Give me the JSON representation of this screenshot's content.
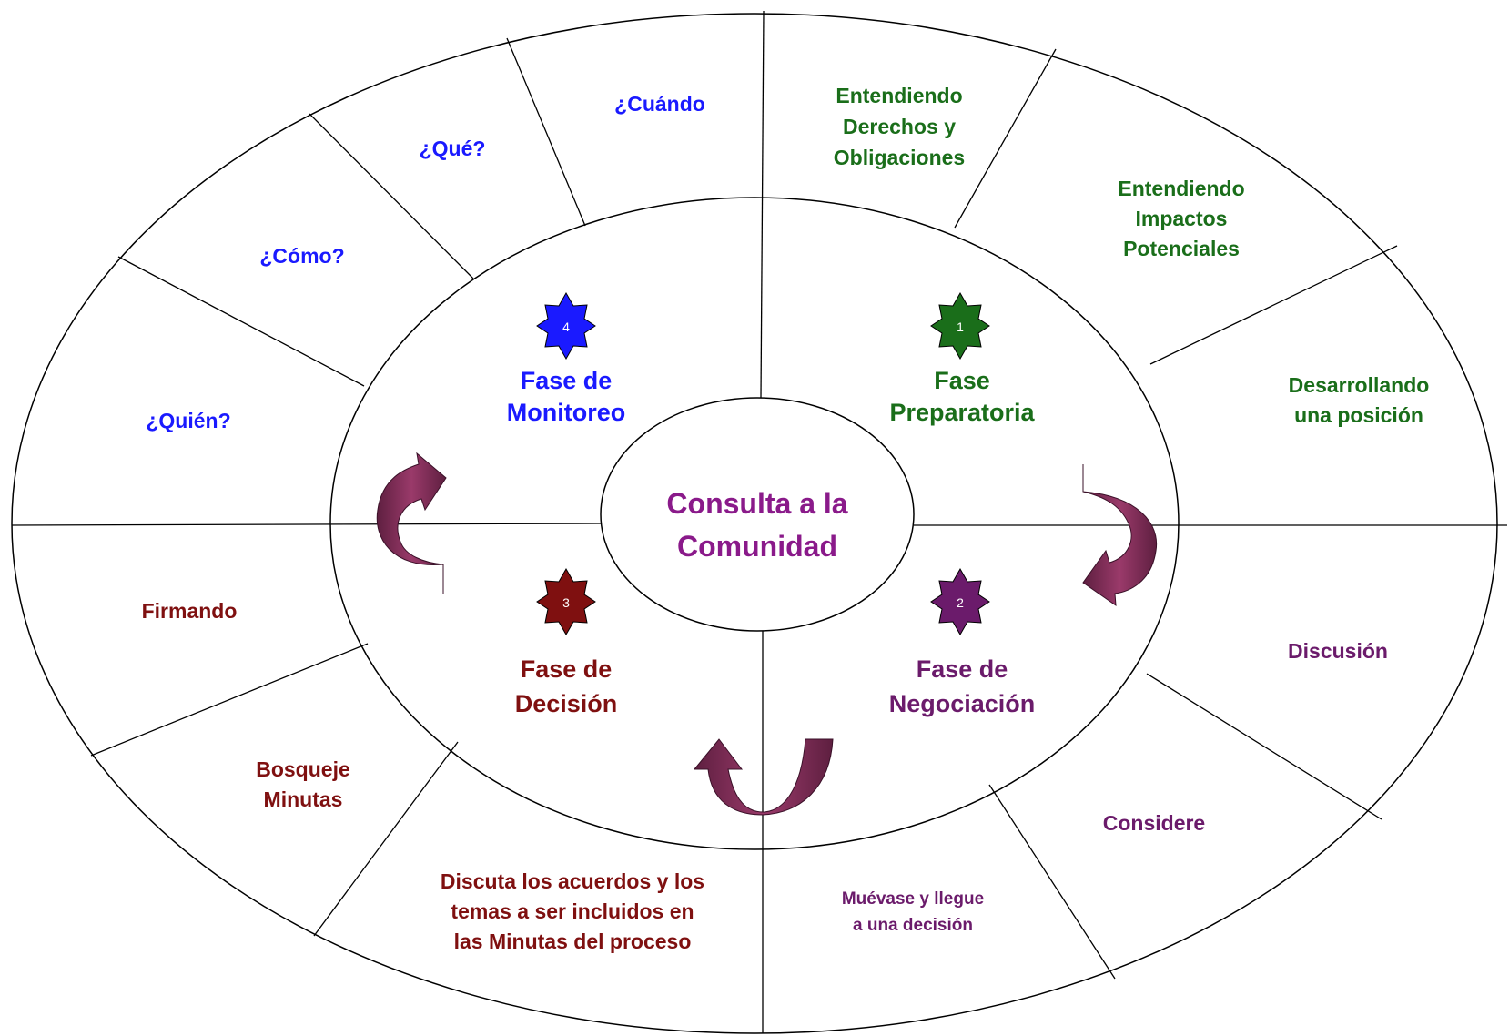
{
  "center": {
    "line1": "Consulta a la",
    "line2": "Comunidad"
  },
  "phases": {
    "monitoreo": {
      "number": "4",
      "line1": "Fase de",
      "line2": "Monitoreo",
      "color": "#1a1aff"
    },
    "preparatoria": {
      "number": "1",
      "line1": "Fase",
      "line2": "Preparatoria",
      "color": "#1a6e1a"
    },
    "decision": {
      "number": "3",
      "line1": "Fase de",
      "line2": "Decisión",
      "color": "#7f1010"
    },
    "negociacion": {
      "number": "2",
      "line1": "Fase de",
      "line2": "Negociación",
      "color": "#6b1b6b"
    }
  },
  "outer": {
    "cuando": "¿Cuándo",
    "que": "¿Qué?",
    "como": "¿Cómo?",
    "quien": "¿Quién?",
    "derechos": [
      "Entendiendo",
      "Derechos y",
      "Obligaciones"
    ],
    "impactos": [
      "Entendiendo",
      "Impactos",
      "Potenciales"
    ],
    "posicion": [
      "Desarrollando",
      "una posición"
    ],
    "discusion": "Discusión",
    "considere": "Considere",
    "muevase": [
      "Muévase y llegue",
      "a una decisión"
    ],
    "discuta": [
      "Discuta los acuerdos y los",
      "temas a ser incluidos en",
      "las Minutas del proceso"
    ],
    "bosqueje": [
      "Bosqueje",
      "Minutas"
    ],
    "firmando": "Firmando"
  },
  "colors": {
    "arrow": "#8a3060",
    "arrow_shade": "#5e1f40",
    "line": "#000000"
  }
}
